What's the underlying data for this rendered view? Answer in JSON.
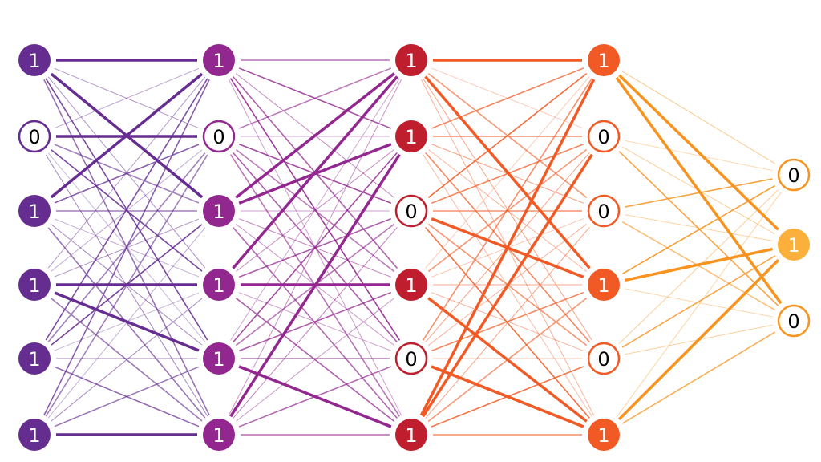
{
  "title": "Neural network diagram",
  "layers": [
    {
      "name": "layer-1",
      "color": "#662d91",
      "values": [
        "1",
        "0",
        "1",
        "1",
        "1",
        "1"
      ]
    },
    {
      "name": "layer-2",
      "color": "#92278f",
      "values": [
        "1",
        "0",
        "1",
        "1",
        "1",
        "1"
      ]
    },
    {
      "name": "layer-3",
      "color": "#be1e2d",
      "values": [
        "1",
        "1",
        "0",
        "1",
        "0",
        "1"
      ]
    },
    {
      "name": "layer-4",
      "color": "#f15a24",
      "values": [
        "1",
        "0",
        "0",
        "1",
        "0",
        "1"
      ]
    },
    {
      "name": "layer-5",
      "color": "#f7931e",
      "fill_color": "#fbb03b",
      "values": [
        "0",
        "1",
        "0"
      ]
    }
  ],
  "strong_edges": [
    [
      0,
      0,
      2
    ],
    [
      0,
      1,
      1
    ],
    [
      0,
      2,
      0
    ],
    [
      0,
      3,
      4
    ],
    [
      0,
      5,
      5
    ],
    [
      0,
      0,
      0
    ],
    [
      0,
      3,
      3
    ],
    [
      1,
      2,
      1
    ],
    [
      1,
      3,
      0
    ],
    [
      1,
      3,
      3
    ],
    [
      1,
      5,
      1
    ],
    [
      1,
      4,
      5
    ],
    [
      1,
      2,
      0
    ],
    [
      2,
      0,
      3
    ],
    [
      2,
      2,
      3
    ],
    [
      2,
      3,
      5
    ],
    [
      2,
      4,
      5
    ],
    [
      2,
      5,
      1
    ],
    [
      2,
      0,
      0
    ],
    [
      2,
      5,
      0
    ],
    [
      3,
      0,
      1
    ],
    [
      3,
      3,
      1
    ],
    [
      3,
      5,
      1
    ],
    [
      3,
      0,
      2
    ]
  ]
}
